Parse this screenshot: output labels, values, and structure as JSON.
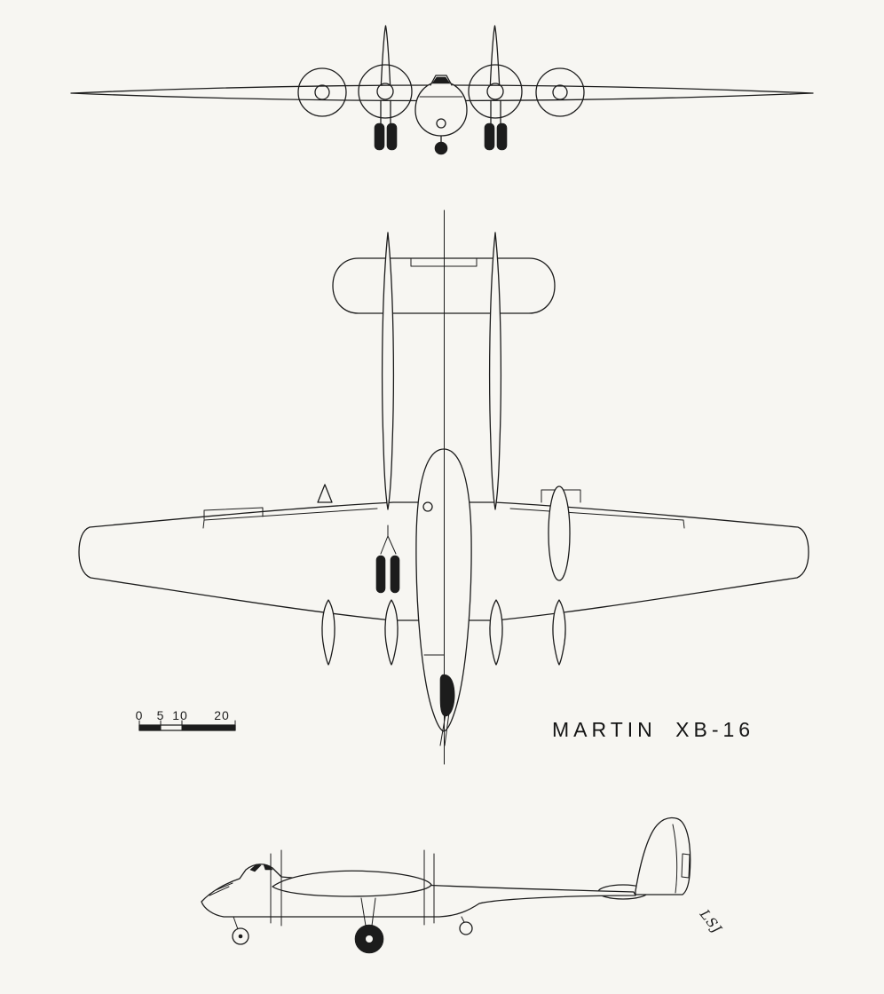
{
  "drawing": {
    "title": "MARTIN XB-16",
    "scale_labels": [
      "0",
      "5",
      "10",
      "20"
    ],
    "signature": "LSJ",
    "ink_color": "#1c1c1c",
    "paper_color": "#f7f6f2"
  }
}
